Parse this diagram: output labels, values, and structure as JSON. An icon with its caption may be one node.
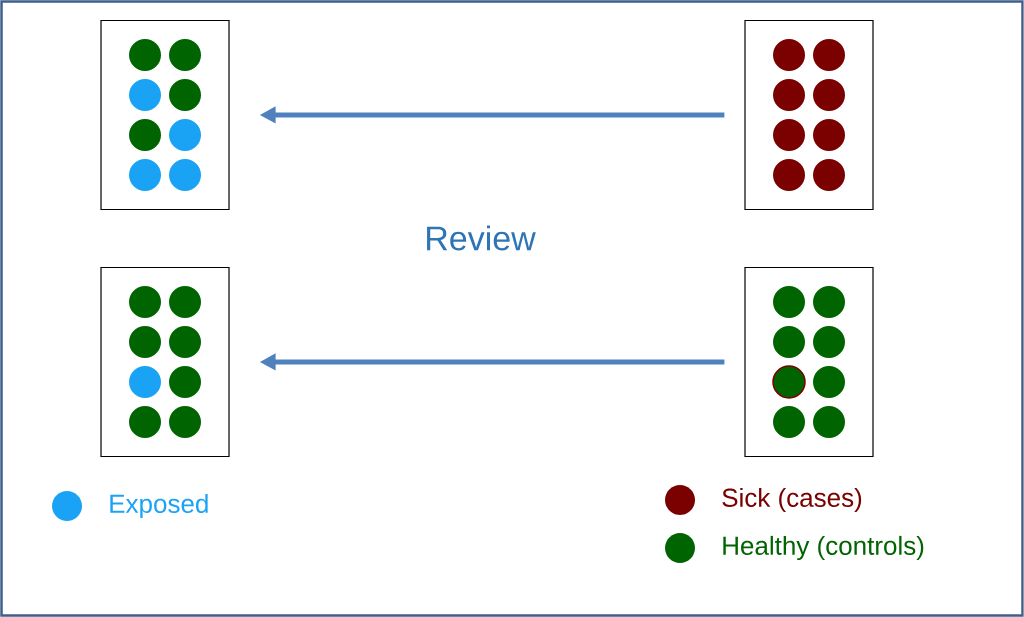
{
  "diagram": {
    "nodes": [
      {
        "text": [],
        "shape": "box"
      },
      {
        "text": [],
        "shape": "box"
      },
      {
        "text": [],
        "shape": "box"
      },
      {
        "text": [],
        "shape": "box"
      }
    ],
    "edges": [
      {
        "from": 1,
        "to": 0,
        "arrow": "to"
      },
      {
        "from": 3,
        "to": 2,
        "arrow": "to"
      }
    ],
    "labels": [
      "Review"
    ],
    "legend": [
      {
        "text": "Exposed",
        "color": "#1aa3f5"
      },
      {
        "text": "Sick (cases)",
        "color": "#7b0000"
      },
      {
        "text": "Healthy (controls)",
        "color": "#006400"
      }
    ]
  }
}
